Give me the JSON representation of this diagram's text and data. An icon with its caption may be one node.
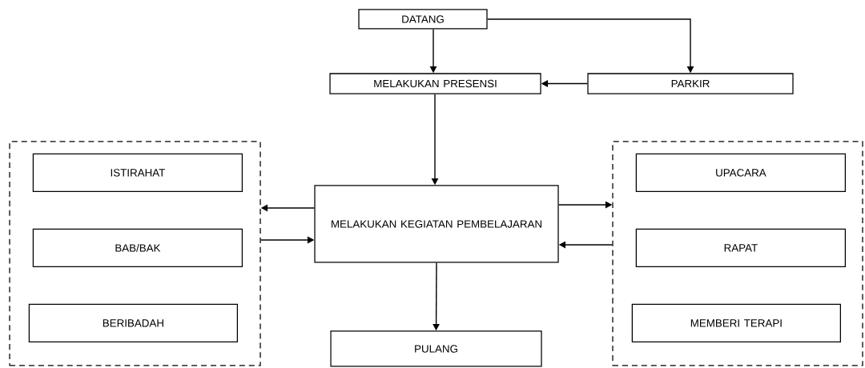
{
  "diagram": {
    "nodes": [
      {
        "text": [
          "DATANG"
        ]
      },
      {
        "text": [
          "MELAKUKAN PRESENSI"
        ]
      },
      {
        "text": [
          "PARKIR"
        ]
      },
      {
        "text": [],
        "shape": "box"
      },
      {
        "text": [
          "ISTIRAHAT"
        ],
        "in": 3
      },
      {
        "text": [
          "BAB/BAK"
        ],
        "in": 3
      },
      {
        "text": [
          "BERIBADAH"
        ],
        "in": 3
      },
      {
        "text": [
          "MELAKUKAN KEGIATAN PEMBELAJARAN"
        ]
      },
      {
        "text": [],
        "shape": "box"
      },
      {
        "text": [
          "UPACARA"
        ],
        "in": 8
      },
      {
        "text": [
          "RAPAT"
        ],
        "in": 8
      },
      {
        "text": [
          "MEMBERI TERAPI"
        ],
        "in": 8
      },
      {
        "text": [
          "PULANG"
        ]
      }
    ],
    "edges": [
      {
        "from": 0,
        "to": 1,
        "arrow": "to"
      },
      {
        "from": 0,
        "to": 2,
        "arrow": "to"
      },
      {
        "from": 2,
        "to": 1,
        "arrow": "to"
      },
      {
        "from": 1,
        "to": 7,
        "arrow": "to"
      },
      {
        "from": 7,
        "to": 3,
        "arrow": "to"
      },
      {
        "from": 3,
        "to": 7,
        "arrow": "to"
      },
      {
        "from": 7,
        "to": 8,
        "arrow": "to"
      },
      {
        "from": 8,
        "to": 7,
        "arrow": "to"
      },
      {
        "from": 7,
        "to": 12,
        "arrow": "to"
      }
    ]
  }
}
